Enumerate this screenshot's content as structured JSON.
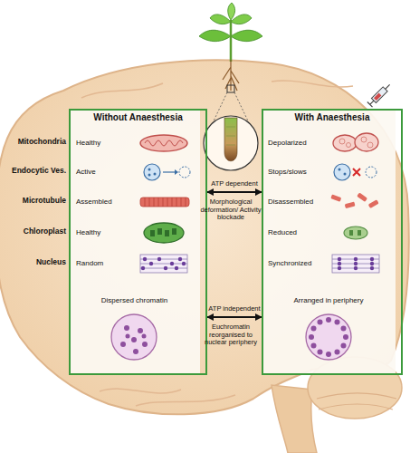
{
  "diagram": {
    "nodes": [
      {
        "text": [
          "Without Anaesthesia"
        ]
      },
      {
        "text": [
          "With Anaesthesia"
        ]
      }
    ],
    "edges": [
      {
        "from": 0,
        "to": 1,
        "arrow": "both",
        "label": "ATP dependent"
      },
      {
        "from": 0,
        "to": 1,
        "arrow": "both",
        "label": "ATP independent"
      }
    ],
    "labels": [
      "Mitochondria",
      "Endocytic Ves.",
      "Microtubule",
      "Chloroplast",
      "Nucleus",
      "Healthy",
      "Active",
      "Assembled",
      "Healthy",
      "Random",
      "Dispersed chromatin",
      "Depolarized",
      "Stops/slows",
      "Disassembled",
      "Reduced",
      "Synchronized",
      "Arranged in periphery",
      "Morphological deformation/ Activity blockade",
      "Euchromatin reorganised to nuclear periphery"
    ]
  }
}
